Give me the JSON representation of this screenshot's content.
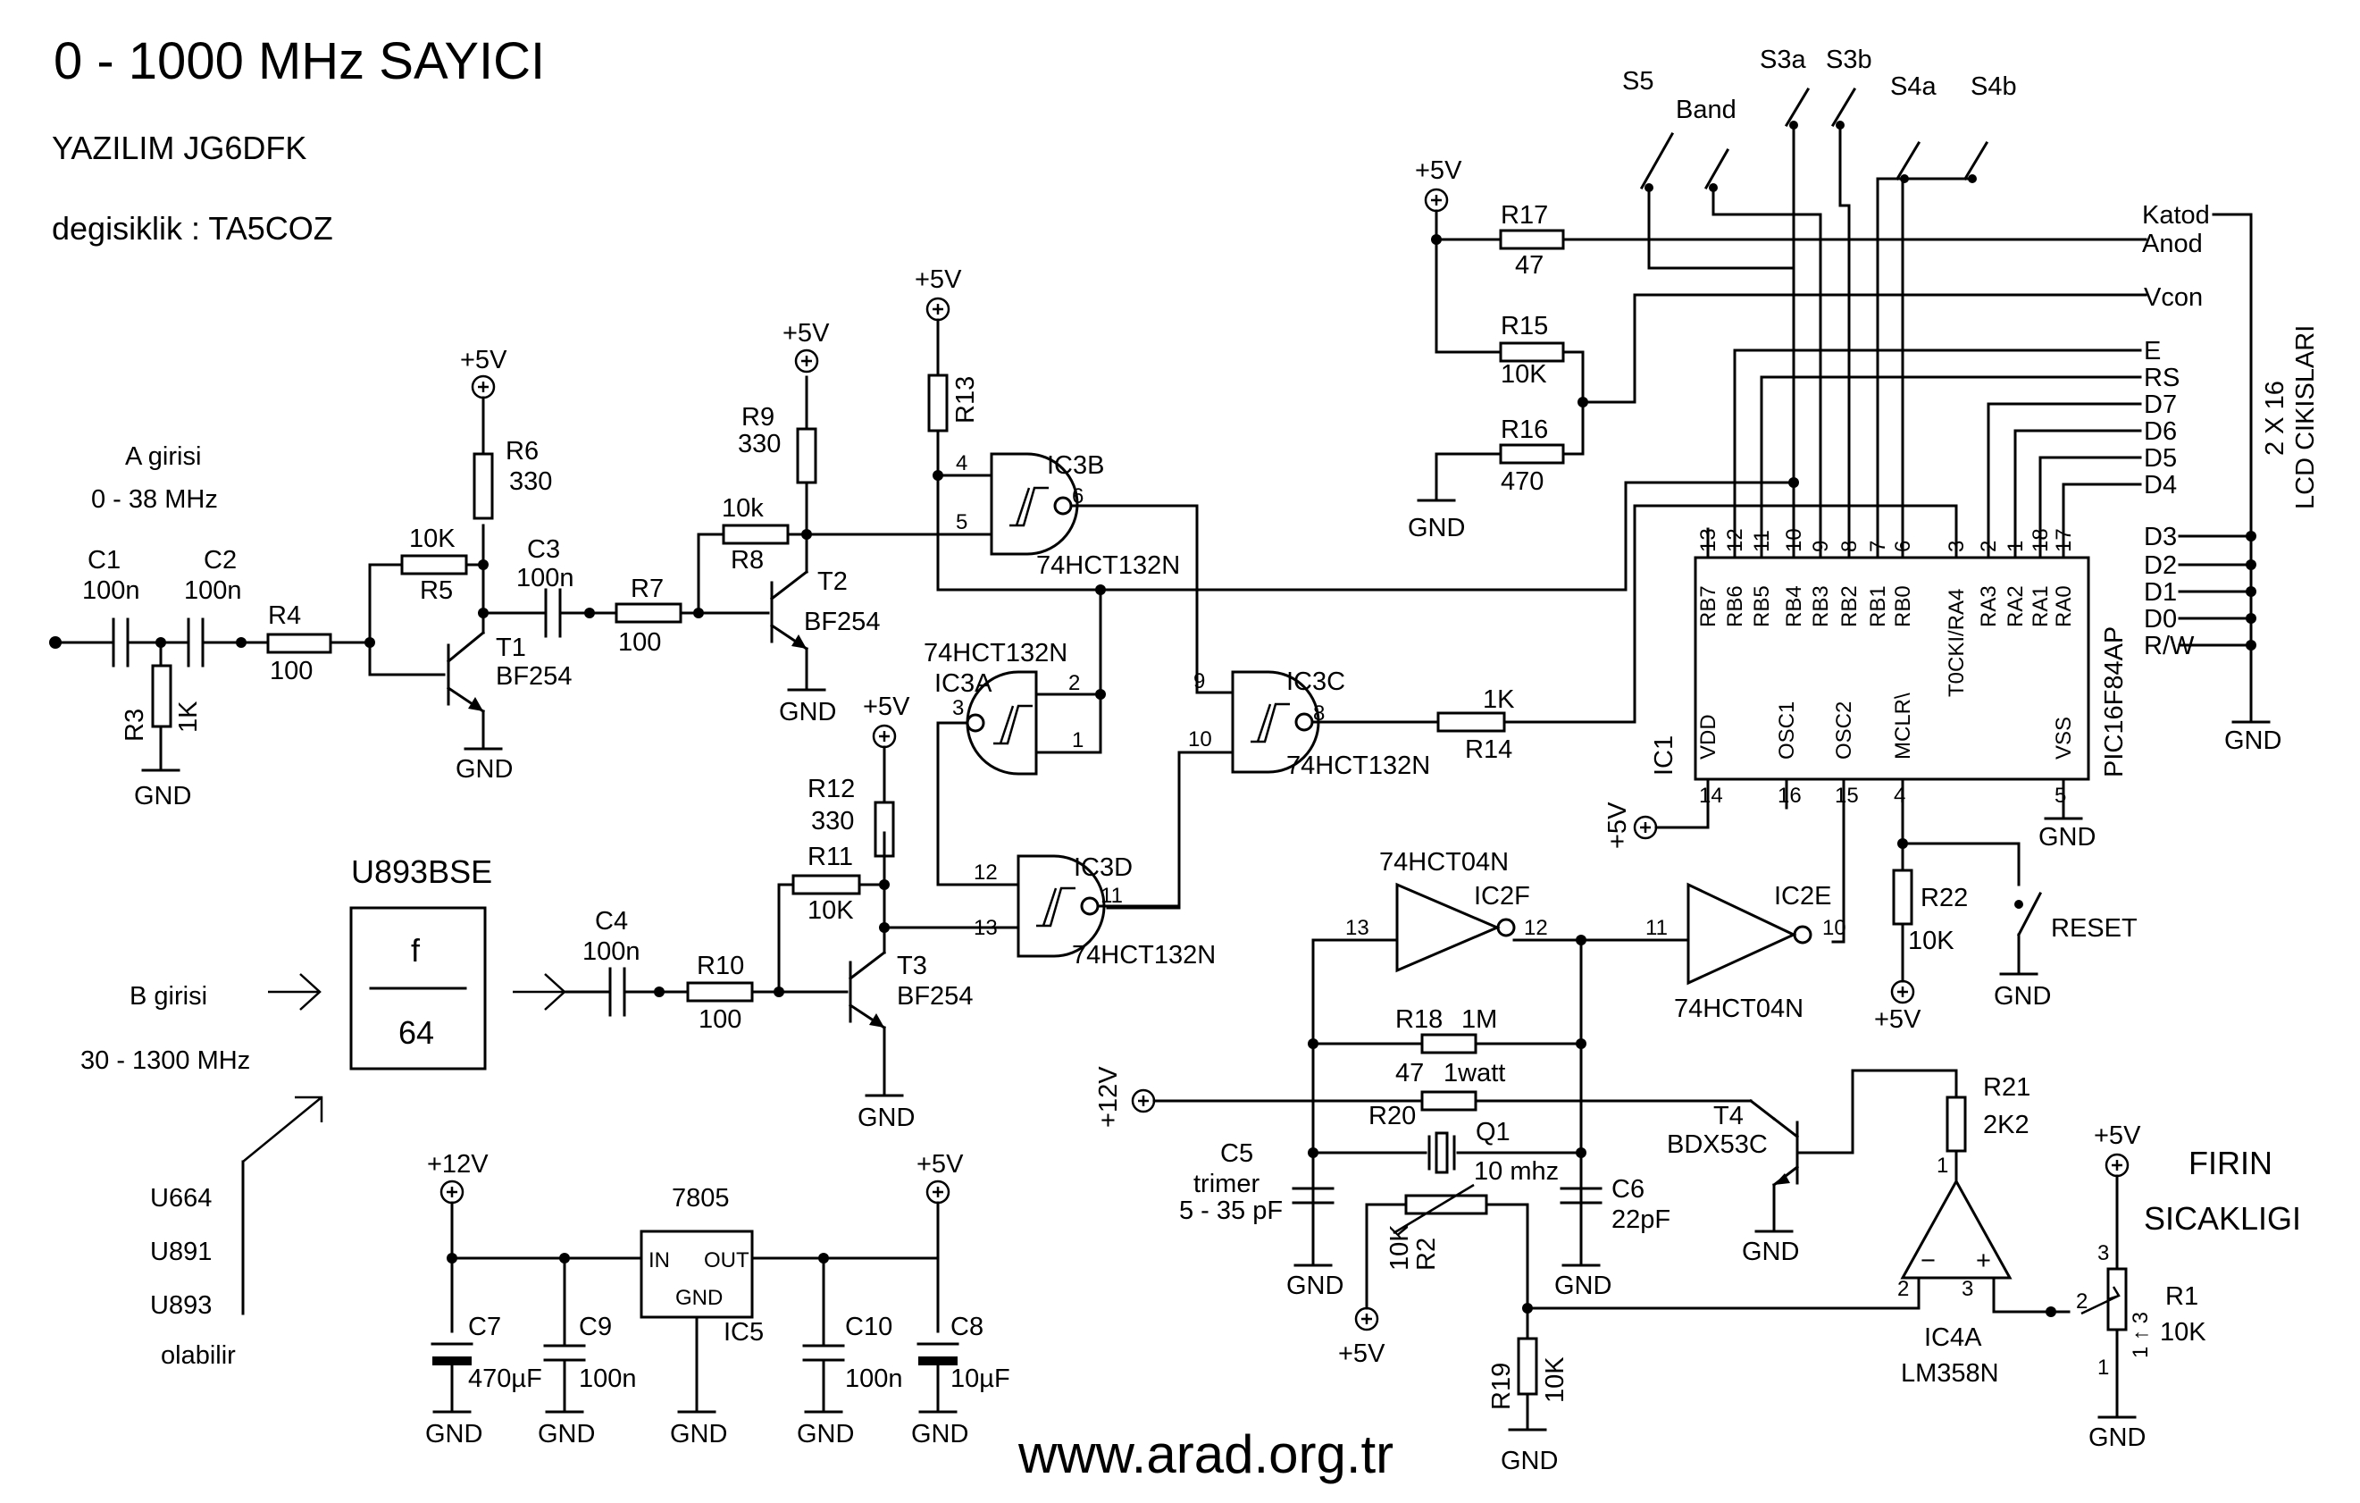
{
  "header": {
    "title": "0 - 1000 MHz  SAYICI",
    "software": "YAZILIM    JG6DFK",
    "modified": "degisiklik  :   TA5COZ"
  },
  "footer": {
    "website": "www.arad.org.tr"
  },
  "inputs": {
    "a_name": "A girisi",
    "a_range": "0 - 38 MHz",
    "b_name": "B girisi",
    "b_range": "30 - 1300 MHz",
    "prescaler": "U893BSE",
    "div_f": "f",
    "div_n": "64",
    "alternatives": [
      "U664",
      "U891",
      "U893",
      "olabilir"
    ]
  },
  "supplies": {
    "p5": "+5V",
    "p12": "+12V",
    "gnd": "GND"
  },
  "resistors": {
    "R1": "R1",
    "R1v": "10K",
    "R2": "R2",
    "R2v": "10K",
    "R3": "R3",
    "R3v": "1K",
    "R4": "R4",
    "R4v": "100",
    "R5": "R5",
    "R5v": "10K",
    "R6": "R6",
    "R6v": "330",
    "R7": "R7",
    "R7v": "100",
    "R8": "R8",
    "R8v": "10k",
    "R9": "R9",
    "R9v": "330",
    "R10": "R10",
    "R10v": "100",
    "R11": "R11",
    "R11v": "10K",
    "R12": "R12",
    "R12v": "330",
    "R13": "R13",
    "R14": "R14",
    "R14v": "1K",
    "R15": "R15",
    "R15v": "10K",
    "R16": "R16",
    "R16v": "470",
    "R17": "R17",
    "R17v": "47",
    "R18": "R18",
    "R18v": "1M",
    "R19": "R19",
    "R19v": "10K",
    "R20": "R20",
    "R20v": "47",
    "R20w": "1watt",
    "R21": "R21",
    "R21v": "2K2",
    "R22": "R22",
    "R22v": "10K"
  },
  "capacitors": {
    "C1": "C1",
    "C1v": "100n",
    "C2": "C2",
    "C2v": "100n",
    "C3": "C3",
    "C3v": "100n",
    "C4": "C4",
    "C4v": "100n",
    "C5": "C5",
    "C5a": "trimer",
    "C5v": "5 - 35 pF",
    "C6": "C6",
    "C6v": "22pF",
    "C7": "C7",
    "C7v": "470µF",
    "C8": "C8",
    "C8v": "10µF",
    "C9": "C9",
    "C9v": "100n",
    "C10": "C10",
    "C10v": "100n"
  },
  "transistors": {
    "T1": "T1",
    "T2": "T2",
    "T3": "T3",
    "T4": "T4",
    "bf": "BF254",
    "bdx": "BDX53C"
  },
  "ics": {
    "gate_nand": "74HCT132N",
    "gate_inv": "74HCT04N",
    "IC3A": "IC3A",
    "IC3B": "IC3B",
    "IC3C": "IC3C",
    "IC3D": "IC3D",
    "IC2E": "IC2E",
    "IC2F": "IC2F",
    "IC1": "IC1",
    "mcu": "PIC16F84AP",
    "IC4A": "IC4A",
    "opamp": "LM358N",
    "IC5": "IC5",
    "reg": "7805",
    "reg_in": "IN",
    "reg_out": "OUT",
    "reg_gnd": "GND"
  },
  "crystal": {
    "name": "Q1",
    "freq": "10 mhz"
  },
  "mcu_top_pins": [
    {
      "num": "13",
      "name": "RB7"
    },
    {
      "num": "12",
      "name": "RB6"
    },
    {
      "num": "11",
      "name": "RB5"
    },
    {
      "num": "10",
      "name": "RB4"
    },
    {
      "num": "9",
      "name": "RB3"
    },
    {
      "num": "8",
      "name": "RB2"
    },
    {
      "num": "7",
      "name": "RB1"
    },
    {
      "num": "6",
      "name": "RB0"
    },
    {
      "num": "3",
      "name": "T0CKI/RA4"
    },
    {
      "num": "2",
      "name": "RA3"
    },
    {
      "num": "1",
      "name": "RA2"
    },
    {
      "num": "18",
      "name": "RA1"
    },
    {
      "num": "17",
      "name": "RA0"
    }
  ],
  "mcu_bottom_pins": [
    {
      "num": "14",
      "name": "VDD"
    },
    {
      "num": "16",
      "name": "OSC1"
    },
    {
      "num": "15",
      "name": "OSC2"
    },
    {
      "num": "4",
      "name": "MCLR\\"
    },
    {
      "num": "5",
      "name": "VSS"
    }
  ],
  "switches": [
    "S5",
    "Band",
    "S3a",
    "S3b",
    "S4a",
    "S4b",
    "RESET"
  ],
  "lcd": {
    "title1": "2 X 16",
    "title2": "LCD CIKISLARI",
    "signals": [
      "Katod",
      "Anod",
      "Vcon",
      "E",
      "RS",
      "D7",
      "D6",
      "D5",
      "D4",
      "D3",
      "D2",
      "D1",
      "D0",
      "R/W"
    ]
  },
  "oven": {
    "line1": "FIRIN",
    "line2": "SICAKLIGI"
  },
  "pin_numbers": {
    "ic3b_in1": "4",
    "ic3b_in2": "5",
    "ic3b_out": "6",
    "ic3a_in1": "2",
    "ic3a_in2": "1",
    "ic3a_out": "3",
    "ic3c_in1": "9",
    "ic3c_in2": "10",
    "ic3c_out": "8",
    "ic3d_in1": "12",
    "ic3d_in2": "13",
    "ic3d_out": "11",
    "ic2f_in": "13",
    "ic2f_out": "12",
    "ic2e_in": "11",
    "ic2e_out": "10",
    "op_out": "1",
    "op_minus": "2",
    "op_plus": "3",
    "r1_a": "3",
    "r1_b": "2",
    "r1_c": "1",
    "r1_d": "1 ↑ 3",
    "minus_sign": "−",
    "plus_sign": "+"
  }
}
